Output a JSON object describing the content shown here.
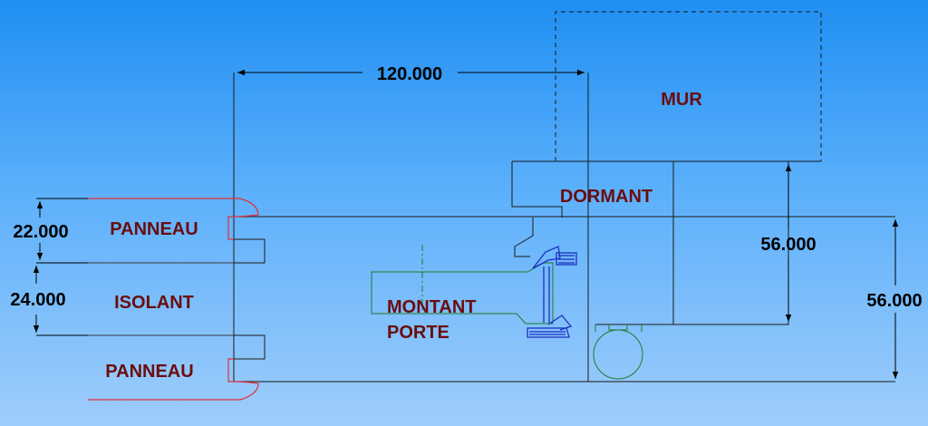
{
  "dimensions": {
    "overall_width": "120.000",
    "panel_thickness": "22.000",
    "insulation_thickness": "24.000",
    "frame_height": "56.000",
    "door_height": "56.000"
  },
  "labels": {
    "wall": "MUR",
    "frame": "DORMANT",
    "door_stile_line1": "MONTANT",
    "door_stile_line2": "PORTE",
    "panel_top": "PANNEAU",
    "insulation": "ISOLANT",
    "panel_bottom": "PANNEAU"
  },
  "colors": {
    "background_top": "#1f8ff2",
    "background_bottom": "#9fcdfb",
    "label_text": "#6b0d0d",
    "panel_edge": "#e0303c",
    "gasket": "#1b2fbf",
    "seal_outline": "#1f7a2a"
  }
}
